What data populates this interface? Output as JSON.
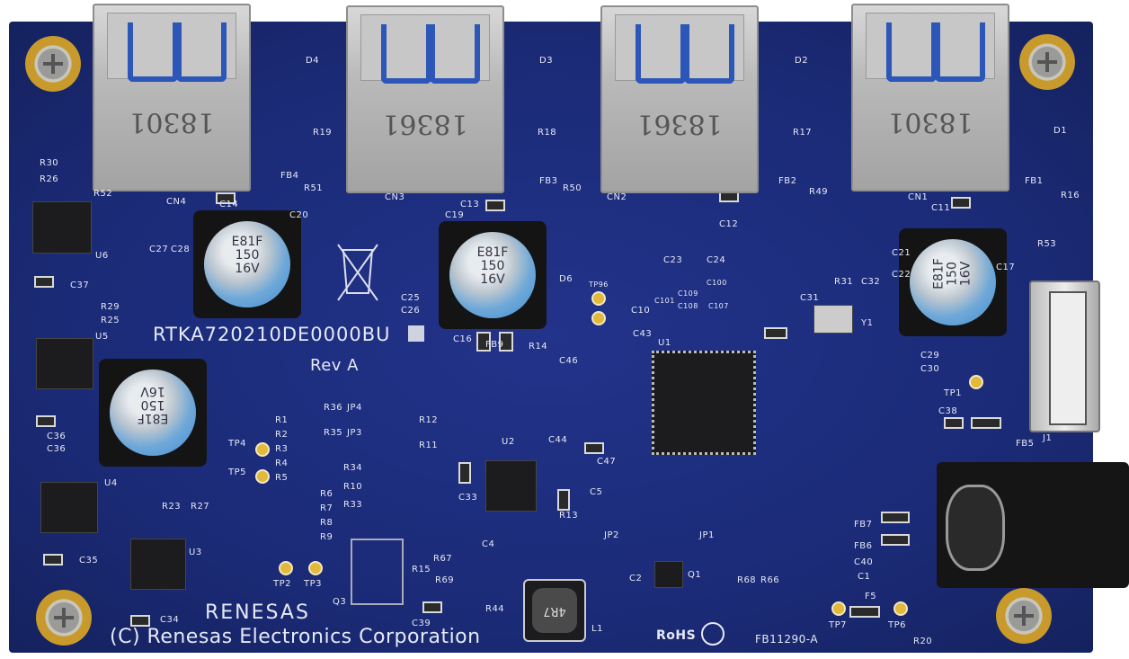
{
  "board": {
    "part_number": "RTKA720210DE0000BU",
    "revision": "Rev A",
    "brand": "RENESAS",
    "copyright": "(C) Renesas Electronics Corporation",
    "rohs": "RoHS",
    "board_id": "FB11290-A",
    "colors": {
      "pcb": "#1b2b78",
      "silkscreen": "#e6e9f5",
      "gold": "#c89a2c",
      "usb_tab": "#2c56b8"
    }
  },
  "usb_ports": [
    {
      "label": "CN4",
      "marking": "18301"
    },
    {
      "label": "CN3",
      "marking": "18361"
    },
    {
      "label": "CN2",
      "marking": "18361"
    },
    {
      "label": "CN1",
      "marking": "18301"
    }
  ],
  "capacitors": [
    {
      "label": "C20",
      "marking": [
        "E81F",
        "150",
        "16V"
      ]
    },
    {
      "label": "C19",
      "marking": [
        "E81F",
        "150",
        "16V"
      ]
    },
    {
      "label": "C17",
      "marking": [
        "E81F",
        "150",
        "16V"
      ]
    },
    {
      "label": "C36",
      "marking": [
        "E81F",
        "150",
        "16V"
      ]
    }
  ],
  "inductor": {
    "label": "L1",
    "marking": "4R7"
  },
  "ics": [
    "U1",
    "U2",
    "U3",
    "U4",
    "U5",
    "U6",
    "Q1",
    "Q3",
    "Y1",
    "J1"
  ],
  "silk_labels": [
    "D1",
    "D2",
    "D3",
    "D4",
    "R19",
    "R18",
    "R17",
    "R16",
    "FB1",
    "FB2",
    "FB3",
    "FB4",
    "FB5",
    "FB6",
    "FB7",
    "FB9",
    "C11",
    "C12",
    "C13",
    "C14",
    "R30",
    "R26",
    "R52",
    "R51",
    "R50",
    "R49",
    "C27",
    "C28",
    "C37",
    "C25",
    "C26",
    "D6",
    "TP96",
    "C16",
    "R14",
    "C46",
    "C10",
    "C43",
    "C23",
    "C101",
    "C109",
    "C108",
    "C24",
    "C100",
    "C107",
    "C31",
    "R31",
    "C32",
    "C21",
    "C22",
    "R53",
    "C29",
    "C30",
    "TP1",
    "C38",
    "R29",
    "R25",
    "C36",
    "R36",
    "JP4",
    "R12",
    "R35",
    "JP3",
    "R11",
    "R1",
    "R2",
    "R3",
    "R4",
    "R5",
    "R6",
    "R7",
    "R8",
    "R9",
    "R34",
    "R10",
    "R33",
    "TP4",
    "TP5",
    "TP2",
    "TP3",
    "R23",
    "R27",
    "C35",
    "C34",
    "C33",
    "C4",
    "R13",
    "C44",
    "C47",
    "C5",
    "JP2",
    "JP1",
    "C2",
    "R15",
    "R67",
    "R69",
    "C39",
    "R44",
    "R68",
    "R66",
    "C40",
    "C1",
    "F5",
    "TP7",
    "TP6",
    "R20"
  ]
}
